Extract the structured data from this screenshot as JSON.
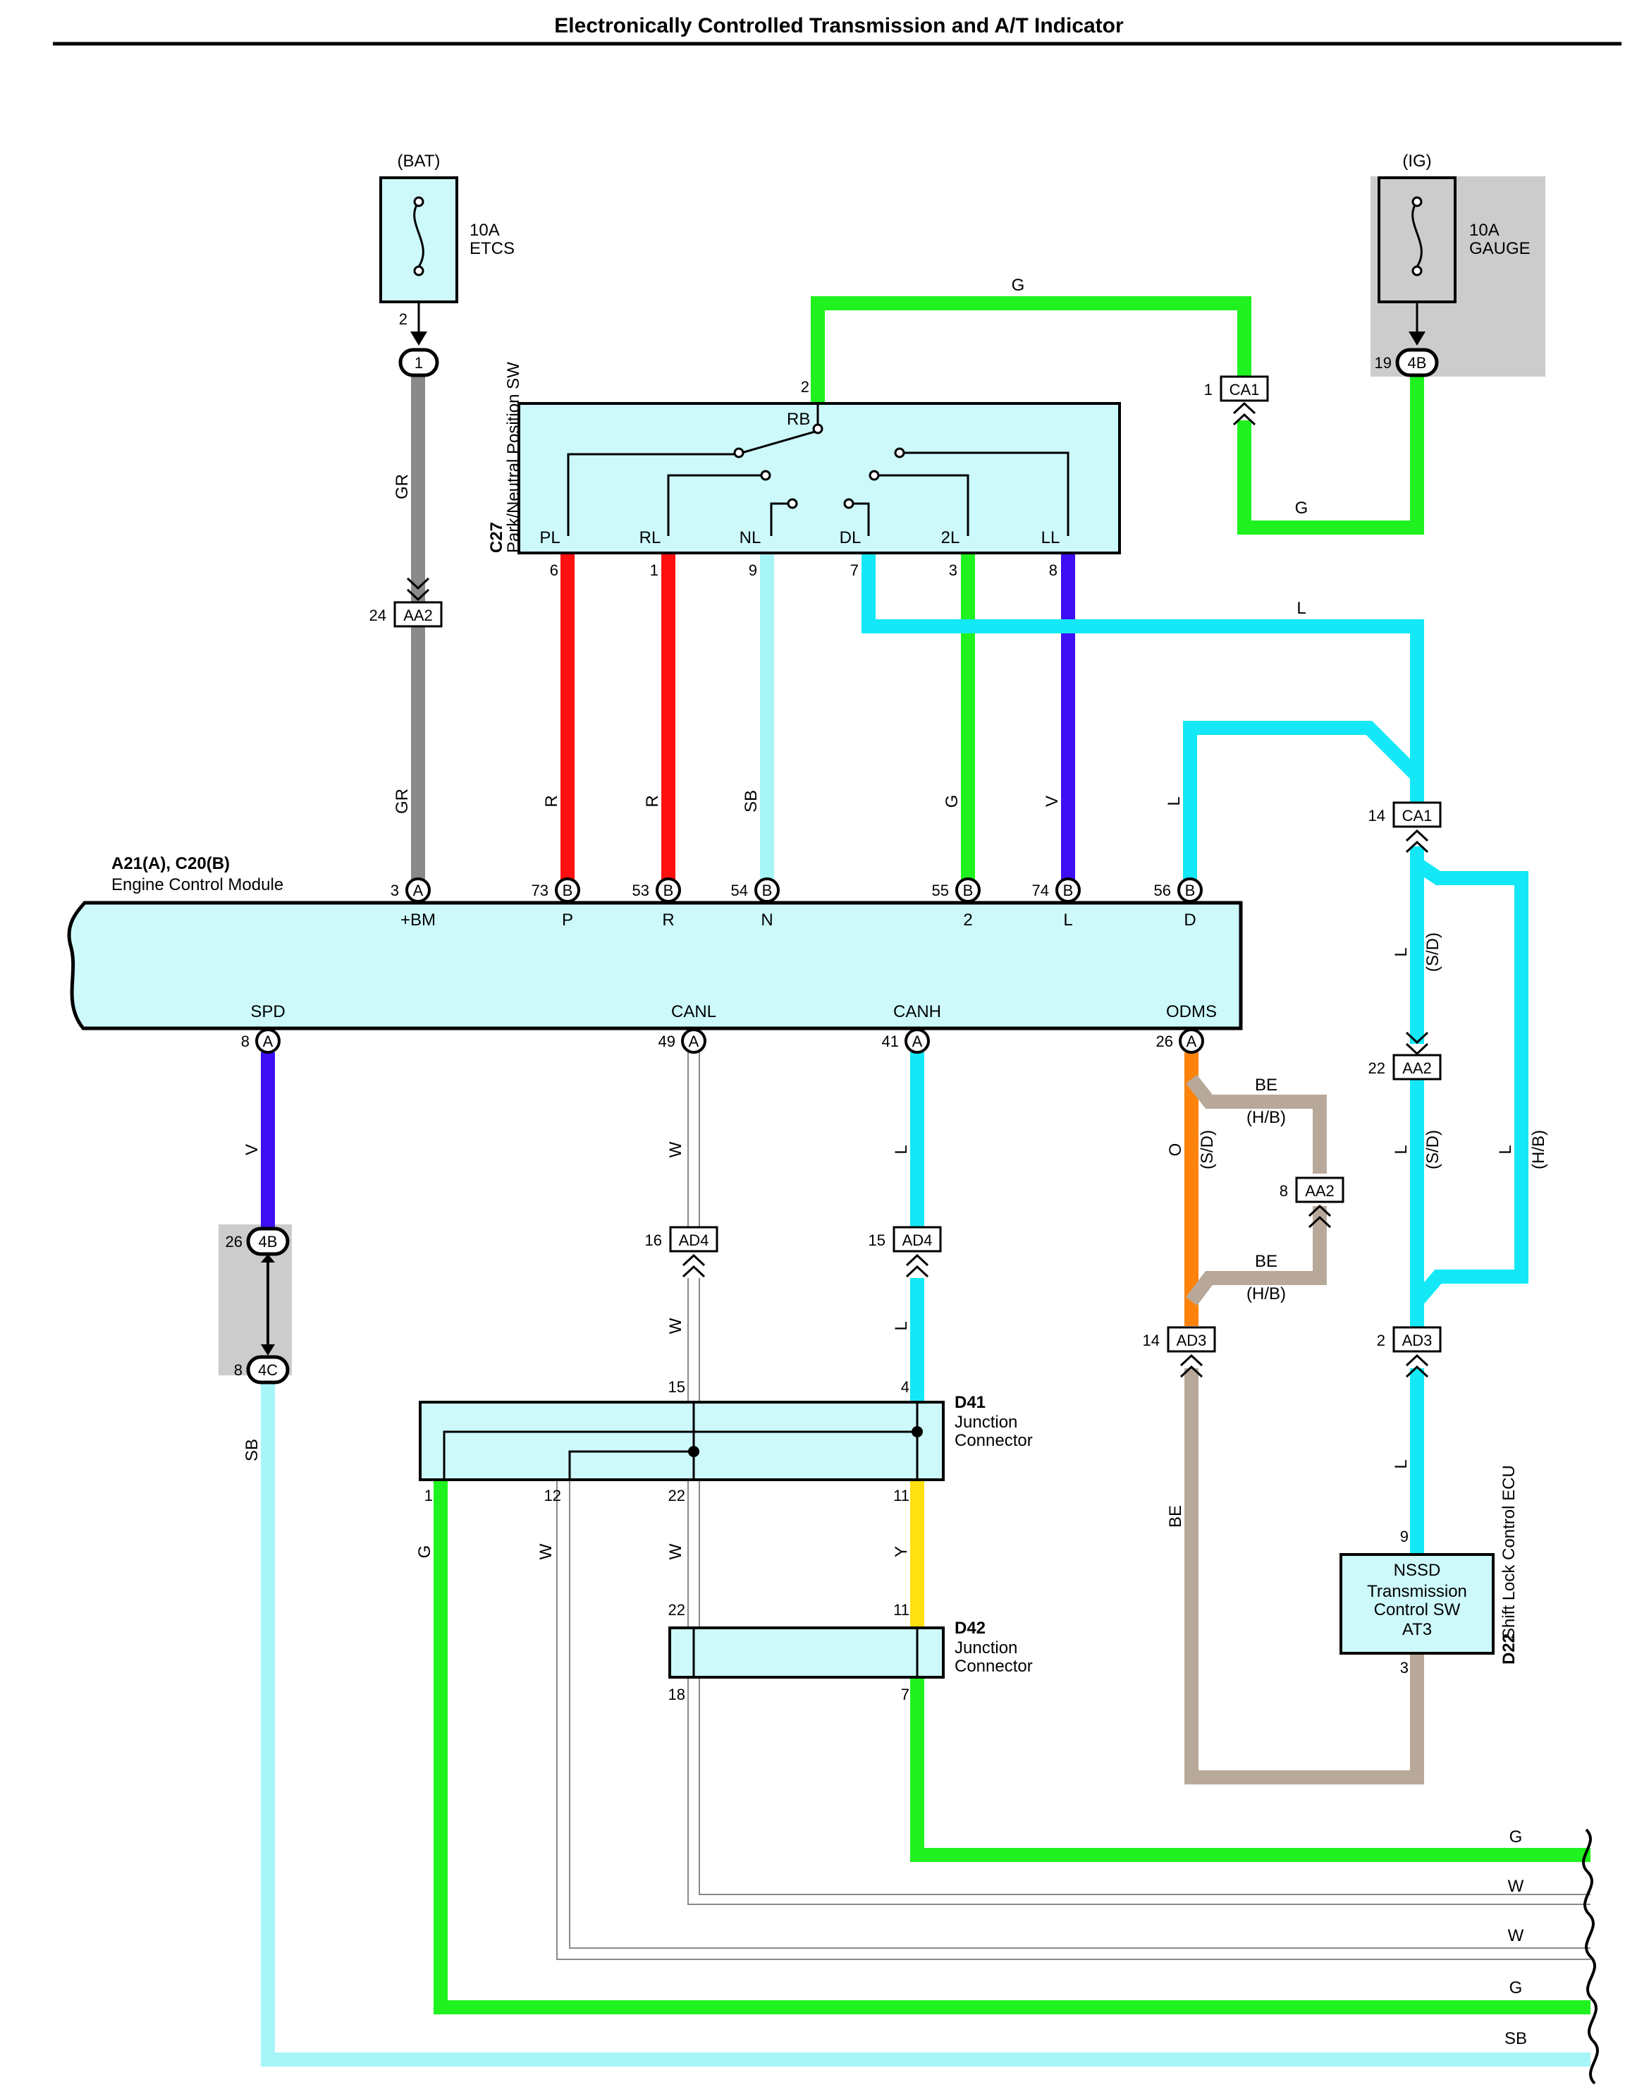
{
  "title": "Electronically Controlled Transmission and A/T Indicator",
  "colors": {
    "G": "#1ff21f",
    "GR": "#8a8a8a",
    "R": "#ff1010",
    "SB": "#a6f6f8",
    "V": "#3e0ef5",
    "L": "#14e8f6",
    "O": "#ff820a",
    "BE": "#b8a89a",
    "Y": "#ffe010",
    "W": "#ffffff",
    "fill": "#cdf9fb",
    "shade": "#cccccc"
  },
  "fuses": {
    "bat": {
      "source": "(BAT)",
      "rating": "10A",
      "name": "ETCS",
      "pin": "2",
      "connector": "1"
    },
    "ig": {
      "source": "(IG)",
      "rating": "10A",
      "name": "GAUGE",
      "pin": "19",
      "connector": "4B"
    }
  },
  "park_neutral_sw": {
    "code": "C27",
    "name": "Park/Neutral Position SW",
    "rb": "RB",
    "top_pin": "2",
    "terminals": [
      {
        "label": "PL",
        "pin": "6"
      },
      {
        "label": "RL",
        "pin": "1"
      },
      {
        "label": "NL",
        "pin": "9"
      },
      {
        "label": "DL",
        "pin": "7"
      },
      {
        "label": "2L",
        "pin": "3"
      },
      {
        "label": "LL",
        "pin": "8"
      }
    ]
  },
  "ecm": {
    "code": "A21(A), C20(B)",
    "name": "Engine Control Module",
    "top_pins": [
      {
        "num": "3",
        "conn": "A",
        "label": "+BM",
        "wire": "GR"
      },
      {
        "num": "73",
        "conn": "B",
        "label": "P",
        "wire": "R"
      },
      {
        "num": "53",
        "conn": "B",
        "label": "R",
        "wire": "R"
      },
      {
        "num": "54",
        "conn": "B",
        "label": "N",
        "wire": "SB"
      },
      {
        "num": "55",
        "conn": "B",
        "label": "2",
        "wire": "G"
      },
      {
        "num": "74",
        "conn": "B",
        "label": "L",
        "wire": "V"
      },
      {
        "num": "56",
        "conn": "B",
        "label": "D",
        "wire": "L"
      }
    ],
    "bottom_pins": [
      {
        "num": "8",
        "conn": "A",
        "label": "SPD"
      },
      {
        "num": "49",
        "conn": "A",
        "label": "CANL"
      },
      {
        "num": "41",
        "conn": "A",
        "label": "CANH"
      },
      {
        "num": "26",
        "conn": "A",
        "label": "ODMS"
      }
    ]
  },
  "connectors": {
    "aa2_gr": {
      "pin": "24",
      "name": "AA2"
    },
    "ca1_g": {
      "pin": "1",
      "name": "CA1"
    },
    "ca1_l": {
      "pin": "14",
      "name": "CA1"
    },
    "aa2_l": {
      "pin": "22",
      "name": "AA2"
    },
    "aa2_be": {
      "pin": "8",
      "name": "AA2"
    },
    "ad4_w": {
      "pin": "16",
      "name": "AD4"
    },
    "ad4_l": {
      "pin": "15",
      "name": "AD4"
    },
    "ad3_o": {
      "pin": "14",
      "name": "AD3"
    },
    "ad3_l": {
      "pin": "2",
      "name": "AD3"
    },
    "c4b": {
      "pin": "26",
      "name": "4B"
    },
    "c4c": {
      "pin": "8",
      "name": "4C"
    }
  },
  "wire_codes": {
    "gr": "GR",
    "g": "G",
    "r": "R",
    "sb": "SB",
    "v": "V",
    "l": "L",
    "o": "O",
    "be": "BE",
    "w": "W",
    "y": "Y",
    "sd": "(S/D)",
    "hb": "(H/B)"
  },
  "d41": {
    "code": "D41",
    "name1": "Junction",
    "name2": "Connector",
    "pins": [
      "15",
      "4",
      "1",
      "12",
      "22",
      "11"
    ]
  },
  "d42": {
    "code": "D42",
    "name1": "Junction",
    "name2": "Connector",
    "pins": [
      "22",
      "11",
      "18",
      "7"
    ]
  },
  "d22": {
    "code": "D22",
    "name": "Shift Lock Control ECU",
    "line1": "NSSD",
    "line2": "Transmission",
    "line3": "Control SW",
    "line4": "AT3",
    "pin_in": "9",
    "pin_out": "3"
  },
  "outputs": [
    "G",
    "W",
    "W",
    "G",
    "SB"
  ]
}
